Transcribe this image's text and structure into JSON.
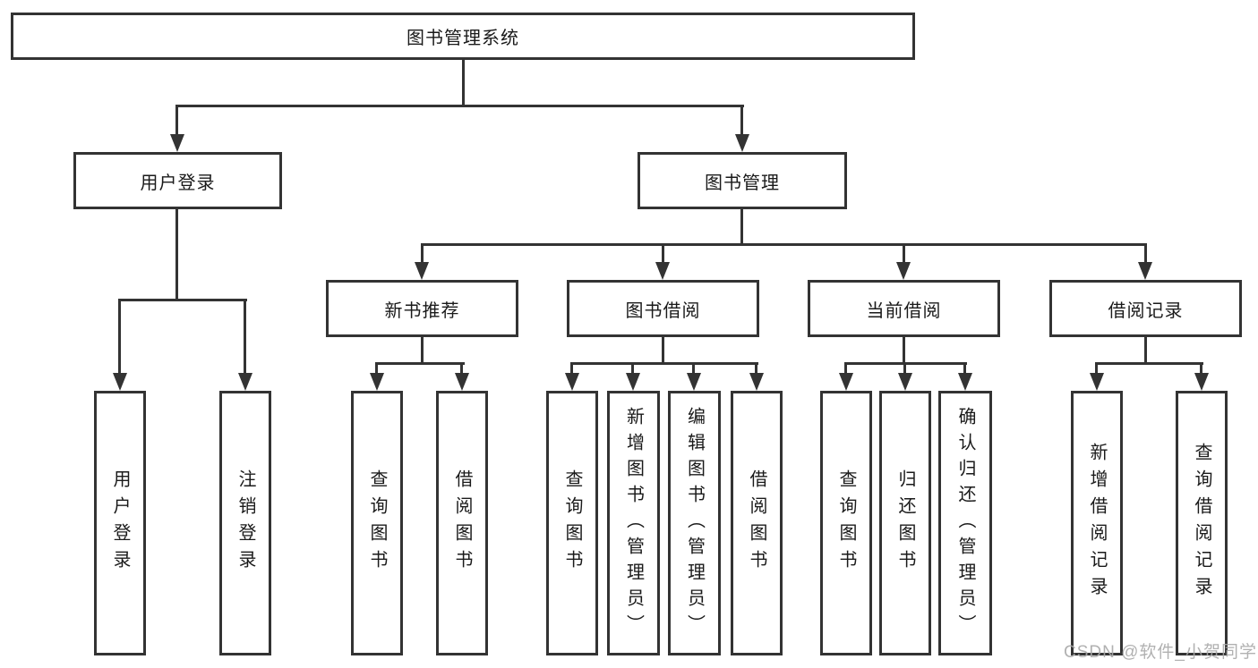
{
  "diagram": {
    "title": "图书管理系统",
    "root": {
      "label": "图书管理系统"
    },
    "branches": [
      {
        "label": "用户登录"
      },
      {
        "label": "图书管理"
      }
    ],
    "modules": [
      {
        "label": "新书推荐"
      },
      {
        "label": "图书借阅"
      },
      {
        "label": "当前借阅"
      },
      {
        "label": "借阅记录"
      }
    ],
    "leaves": [
      {
        "label": "用户登录"
      },
      {
        "label": "注销登录"
      },
      {
        "label": "查询图书"
      },
      {
        "label": "借阅图书"
      },
      {
        "label": "查询图书"
      },
      {
        "label": "新增图书（管理员）"
      },
      {
        "label": "编辑图书（管理员）"
      },
      {
        "label": "借阅图书"
      },
      {
        "label": "查询图书"
      },
      {
        "label": "归还图书"
      },
      {
        "label": "确认归还（管理员）"
      },
      {
        "label": "新增借阅记录"
      },
      {
        "label": "查询借阅记录"
      }
    ]
  },
  "watermark": {
    "text": "CSDN @软件_小贺同学"
  },
  "colors": {
    "line": "#333333",
    "text": "#1a1a1a",
    "box_background": "#ffffff",
    "page_background": "#ffffff",
    "watermark": "#a8a8a8"
  }
}
